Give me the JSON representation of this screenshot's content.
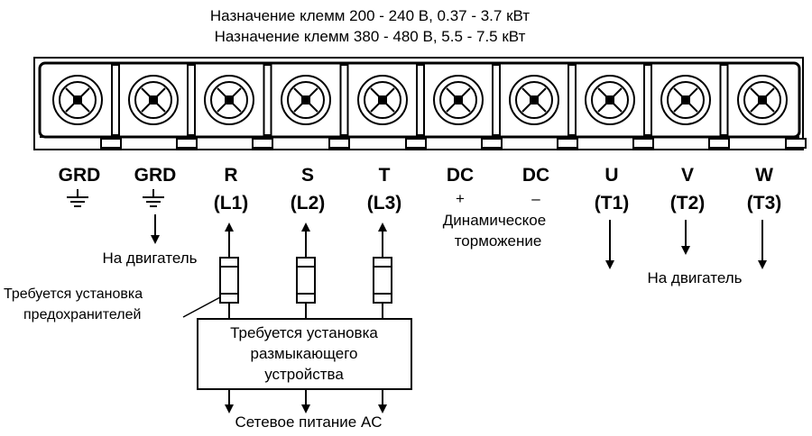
{
  "header": {
    "line1": "Назначение клемм 200 - 240 В, 0.37 - 3.7 кВт",
    "line2": "Назначение клемм 380 - 480 В, 5.5 - 7.5 кВт"
  },
  "terminals": [
    {
      "name": "GRD",
      "sub": ""
    },
    {
      "name": "GRD",
      "sub": ""
    },
    {
      "name": "R",
      "sub": "(L1)"
    },
    {
      "name": "S",
      "sub": "(L2)"
    },
    {
      "name": "T",
      "sub": "(L3)"
    },
    {
      "name": "DC",
      "sub": "+"
    },
    {
      "name": "DC",
      "sub": "–"
    },
    {
      "name": "U",
      "sub": "(T1)"
    },
    {
      "name": "V",
      "sub": "(T2)"
    },
    {
      "name": "W",
      "sub": "(T3)"
    }
  ],
  "labels": {
    "to_motor_left": "На двигатель",
    "to_motor_right": "На двигатель",
    "braking_line1": "Динамическое",
    "braking_line2": "торможение",
    "fuse_note_line1": "Требуется установка",
    "fuse_note_line2": "предохранителей",
    "switch_line1": "Требуется установка",
    "switch_line2": "размыкающего",
    "switch_line3": "устройства",
    "ac_supply": "Сетевое питание AC"
  }
}
